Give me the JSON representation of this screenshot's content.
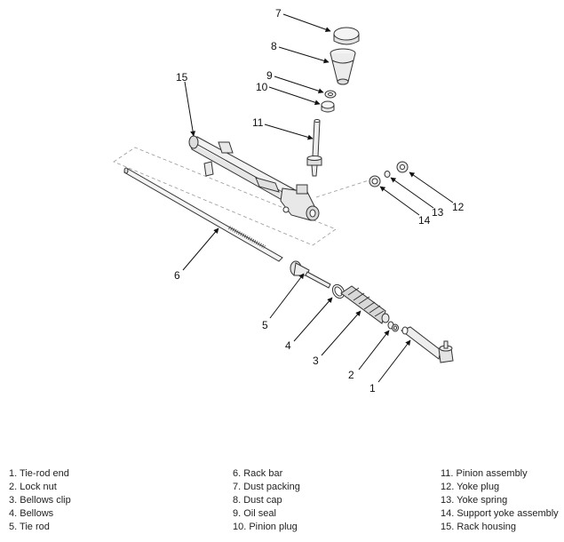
{
  "callouts": {
    "c1": "1",
    "c2": "2",
    "c3": "3",
    "c4": "4",
    "c5": "5",
    "c6": "6",
    "c7": "7",
    "c8": "8",
    "c9": "9",
    "c10": "10",
    "c11": "11",
    "c12": "12",
    "c13": "13",
    "c14": "14",
    "c15": "15"
  },
  "legend": {
    "col1": [
      "1. Tie-rod end",
      "2. Lock nut",
      "3. Bellows clip",
      "4. Bellows",
      "5. Tie rod"
    ],
    "col2": [
      "6. Rack bar",
      "7. Dust packing",
      "8. Dust cap",
      "9. Oil seal",
      "10. Pinion plug"
    ],
    "col3": [
      "11. Pinion assembly",
      "12. Yoke plug",
      "13. Yoke spring",
      "14. Support yoke assembly",
      "15. Rack housing"
    ]
  }
}
